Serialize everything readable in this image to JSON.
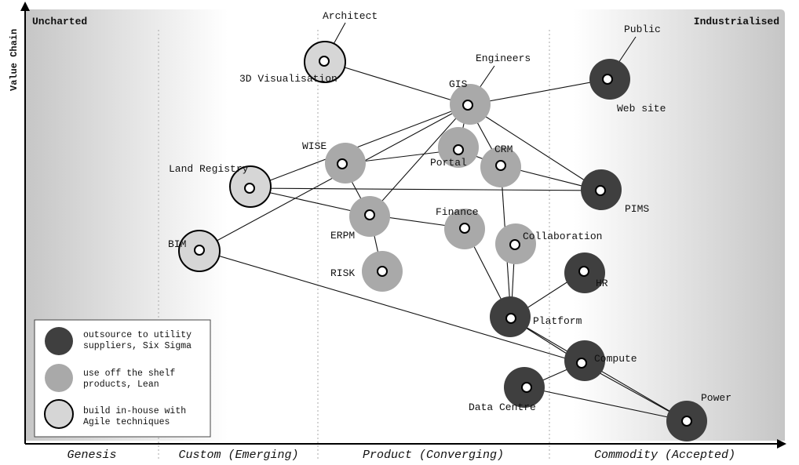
{
  "axis": {
    "y_label": "Value Chain",
    "top_left": "Uncharted",
    "top_right": "Industrialised",
    "stages": [
      "Genesis",
      "Custom (Emerging)",
      "Product (Converging)",
      "Commodity (Accepted)"
    ]
  },
  "legend": {
    "outsource": "outsource to utility|suppliers, Six Sigma",
    "offshelf": "use off the shelf|products, Lean",
    "inhouse": "build in-house with|Agile techniques"
  },
  "colors": {
    "outsource": "#3f3f3f",
    "offshelf": "#a9a9a9",
    "inhouse": "#d6d6d6",
    "line": "#111111"
  },
  "nodes": {
    "architect": "Architect",
    "visualisation": "3D Visualisation",
    "public": "Public",
    "website": "Web site",
    "engineers": "Engineers",
    "gis": "GIS",
    "wise": "WISE",
    "portal": "Portal",
    "crm": "CRM",
    "land_registry": "Land Registry",
    "pims": "PIMS",
    "erpm": "ERPM",
    "finance": "Finance",
    "collaboration": "Collaboration",
    "bim": "BIM",
    "risk": "RISK",
    "hr": "HR",
    "platform": "Platform",
    "compute": "Compute",
    "data_centre": "Data Centre",
    "power": "Power"
  }
}
